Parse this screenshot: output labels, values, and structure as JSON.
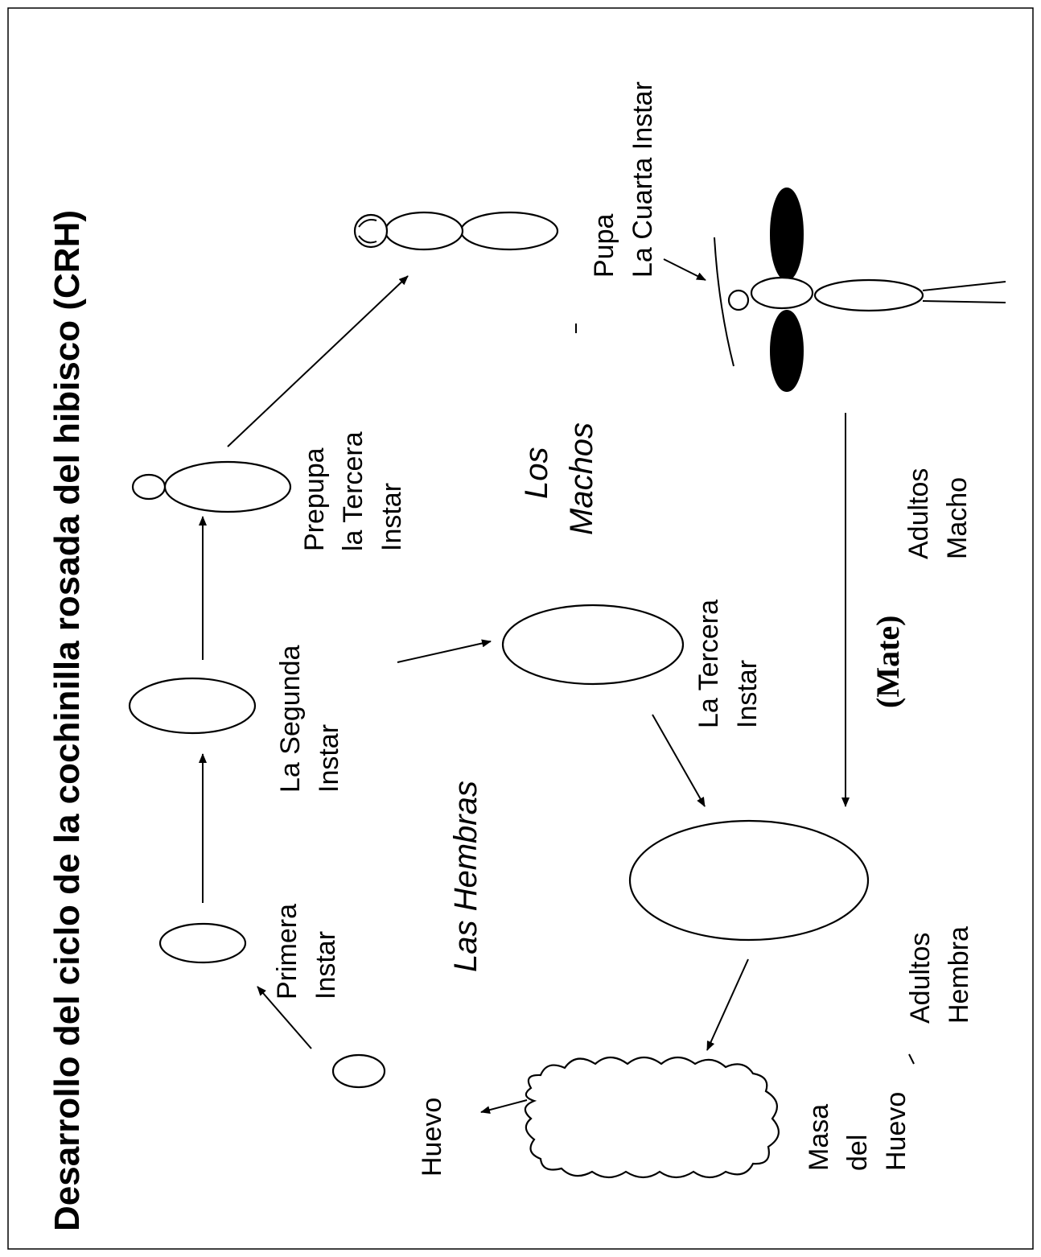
{
  "title": "Desarrollo del ciclo de la cochinilla rosada del hibisco (CRH)",
  "groups": {
    "females": "Las Hembras",
    "males_line1": "Los",
    "males_line2": "Machos",
    "mate": "(Mate)"
  },
  "stages": {
    "egg": {
      "line1": "Huevo"
    },
    "egg_mass": {
      "line1": "Masa",
      "line2": "del",
      "line3": "Huevo"
    },
    "first_instar": {
      "line1": "Primera",
      "line2": "Instar"
    },
    "second_instar": {
      "line1": "La Segunda",
      "line2": "Instar"
    },
    "prepupa": {
      "line1": "Prepupa",
      "line2": "la Tercera",
      "line3": "Instar"
    },
    "pupa": {
      "line1": "Pupa",
      "line2": "La Cuarta Instar"
    },
    "third_instar_female": {
      "line1": "La Tercera",
      "line2": "Instar"
    },
    "adult_female": {
      "line1": "Adultos",
      "line2": "Hembra"
    },
    "adult_male": {
      "line1": "Adultos",
      "line2": "Macho"
    }
  }
}
